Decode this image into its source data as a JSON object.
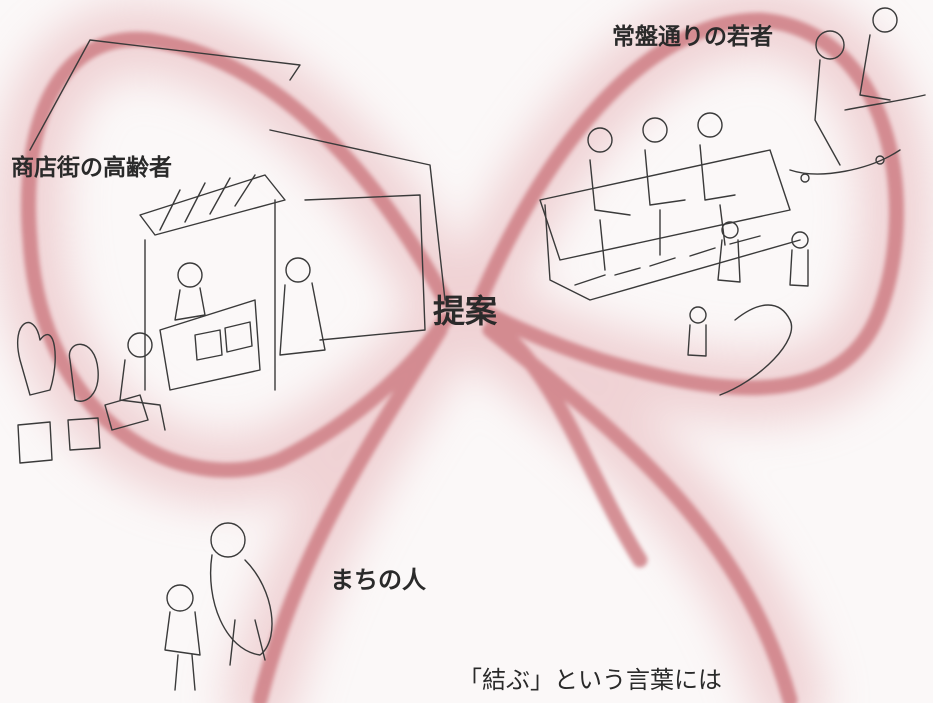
{
  "labels": {
    "shopping_street_elderly": "商店街の高齢者",
    "tokiwa_street_youth": "常盤通りの若者",
    "proposal": "提案",
    "town_people": "まちの人"
  },
  "caption": "「結ぶ」という言葉には",
  "colors": {
    "ribbon": "#cf7f85",
    "ribbon_glow": "#e6b3b7",
    "line_art": "#3a3a3a",
    "background": "#fbf8f8"
  }
}
